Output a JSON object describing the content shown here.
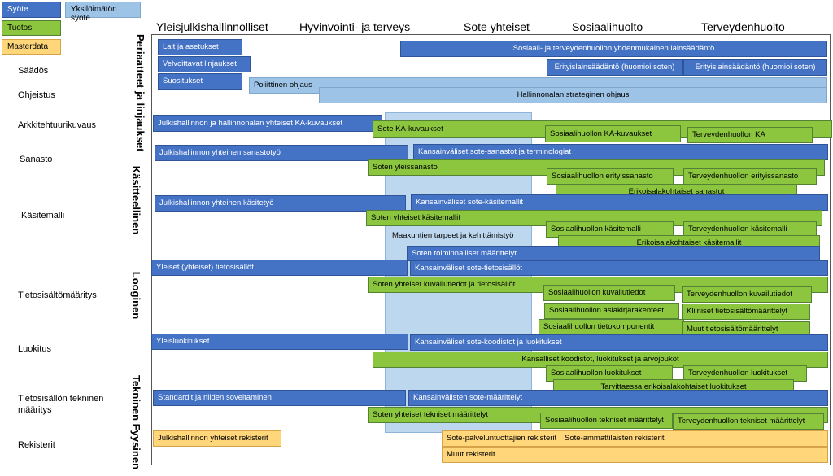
{
  "legend": {
    "syote": "Syöte",
    "yksiloimaton": "Yksilöimätön syöte",
    "tuotos": "Tuotos",
    "masterdata": "Masterdata"
  },
  "colors": {
    "syote": "#4472c4",
    "yksiloimaton": "#9dc3e6",
    "tuotos": "#8cc63f",
    "masterdata": "#ffd67a"
  },
  "columns": [
    "Yleisjulkishallinnolliset",
    "Hyvinvointi- ja terveys",
    "Sote yhteiset",
    "Sosiaalihuolto",
    "Terveydenhuolto"
  ],
  "rows": [
    "Säädös",
    "Ohjeistus",
    "Arkkitehtuurikuvaus",
    "Sanasto",
    "Käsitemalli",
    "Tietosisältömääritys",
    "Luokitus",
    "Tietosisällön tekninen määritys",
    "Rekisterit"
  ],
  "levels": [
    "Periaatteet ja linjaukset",
    "Käsitteellinen",
    "Looginen",
    "Tekninen Fyysinen"
  ],
  "boxes": {
    "b01": "Lait ja asetukset",
    "b02": "Sosiaali- ja terveydenhuollon yhdenmukainen lainsäädäntö",
    "b03": "Velvoittavat linjaukset",
    "b04": "Erityislainsäädäntö (huomioi soten)",
    "b05": "Erityislainsäädäntö (huomioi soten)",
    "b06": "Suositukset",
    "b07": "Poliittinen ohjaus",
    "b08": "Hallinnonalan strateginen ohjaus",
    "b09": "Julkishallinnon ja hallinnonalan yhteiset KA-kuvaukset",
    "b10": "Sote KA-kuvaukset",
    "b11": "Sosiaalihuollon KA-kuvaukset",
    "b12": "Terveydenhuollon KA",
    "b13": "Julkishallinnon yhteinen sanastotyö",
    "b14": "Kansainväliset sote-sanastot ja terminologiat",
    "b15": "Soten yleissanasto",
    "b16": "Sosiaalihuollon erityissanasto",
    "b17": "Terveydenhuollon erityissanasto",
    "b18": "Erikoisalakohtaiset sanastot",
    "b19": "Julkishallinnon yhteinen käsitetyö",
    "b20": "Kansainväliset sote-käsitemallit",
    "b21": "Soten yhteiset käsitemallit",
    "b22": "Sosiaalihuollon käsitemalli",
    "b23": "Terveydenhuollon käsitemalli",
    "b24": "Maakuntien tarpeet ja kehittämistyö",
    "b25": "Erikoisalakohtaiset käsitemallit",
    "b26": "Soten toiminnalliset määrittelyt",
    "b27": "Yleiset (yhteiset) tietosisällöt",
    "b28": "Kansainväliset sote-tietosisällöt",
    "b29": "Soten yhteiset kuvailutiedot ja tietosisällöt",
    "b30": "Sosiaalihuollon kuvailutiedot",
    "b31": "Terveydenhuollon kuvailutiedot",
    "b32": "Sosiaalihuollon asiakirjarakenteet",
    "b33": "Kliiniset tietosisältömäärittelyt",
    "b34": "Sosiaalihuollon tietokomponentit",
    "b35": "Muut tietosisältömäärittelyt",
    "b36": "Yleisluokitukset",
    "b37": "Kansainväliset sote-koodistot ja luokitukset",
    "b38": "Kansalliset koodistot, luokitukset ja arvojoukot",
    "b39": "Sosiaalihuollon luokitukset",
    "b40": "Terveydenhuollon luokitukset",
    "b41": "Tarvittaessa erikoisalakohtaiset luokitukset",
    "b42": "Standardit ja niiden soveltaminen",
    "b43": "Kansainvälisten sote-määrittelyt",
    "b44": "Soten yhteiset tekniset määrittelyt",
    "b45": "Sosiaalihuollon tekniset määrittelyt",
    "b46": "Terveydenhuollon tekniset määrittelyt",
    "b47": "Julkishallinnon yhteiset rekisterit",
    "b48": "Sote-palveluntuottajien rekisterit",
    "b49": "Sote-ammattilaisten rekisterit",
    "b50": "Muut rekisterit"
  }
}
